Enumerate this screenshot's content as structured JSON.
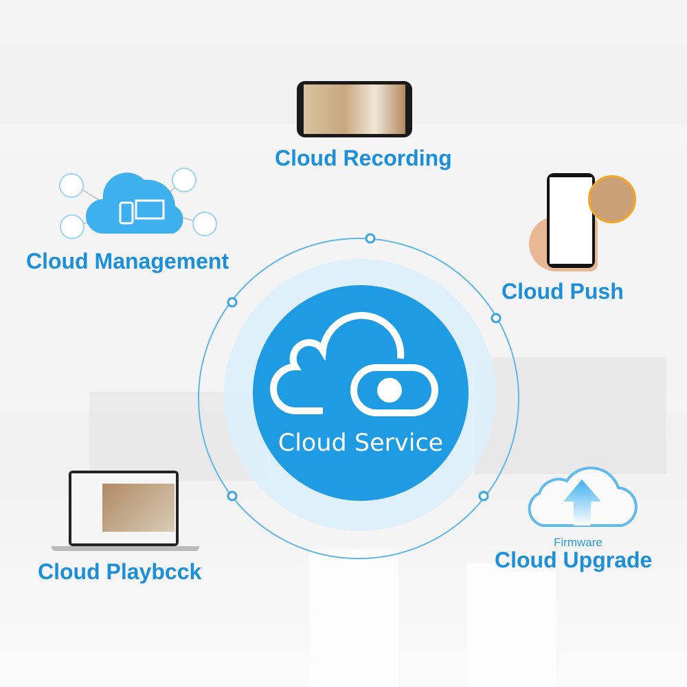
{
  "center": {
    "title": "Cloud Service"
  },
  "features": {
    "recording": "Cloud Recording",
    "management": "Cloud Management",
    "push": "Cloud Push",
    "playback": "Cloud Playbcck",
    "upgrade_sub": "Firmware",
    "upgrade": "Cloud Upgrade"
  },
  "colors": {
    "accent": "#1b8fd9",
    "circle": "#1e9be3",
    "halo": "#ddf0fb"
  }
}
